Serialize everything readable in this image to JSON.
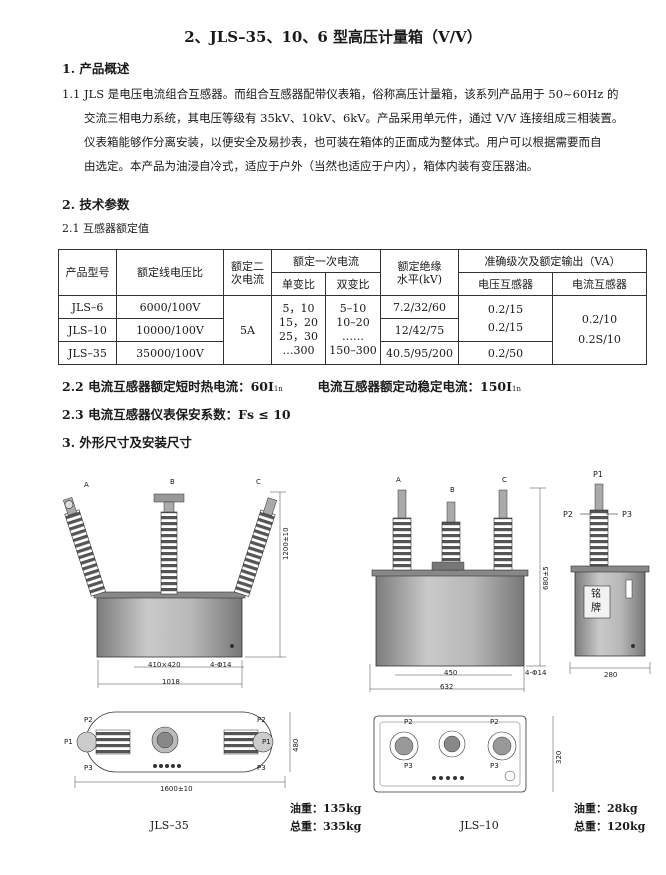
{
  "title": "2、JLS–35、10、6 型高压计量箱（V/V）",
  "sections": {
    "s1": {
      "heading": "1.   产品概述"
    },
    "s11": {
      "line1": "1.1 JLS 是电压电流组合互感器。而组合互感器配带仪表箱，俗称高压计量箱，该系列产品用于 50~60Hz 的",
      "line2": "交流三相电力系统，其电压等级有 35kV、10kV、6kV。产品采用单元件，通过 V/V 连接组成三相装置。",
      "line3": "仪表箱能够作分离安装，以便安全及易抄表，也可装在箱体的正面成为整体式。用户可以根据需要而自",
      "line4": "由选定。本产品为油浸自冷式，适应于户外（当然也适应于户内），箱体内装有变压器油。"
    },
    "s2": {
      "heading": "2.   技术参数"
    },
    "s21": {
      "heading": "2.1  互感器额定值"
    },
    "s22": {
      "text_a": "2.2 电流互感器额定短时热电流：60I",
      "sub_a": "1n",
      "text_b": "电流互感器额定动稳定电流：150I",
      "sub_b": "1n"
    },
    "s23": {
      "text": "2.3 电流互感器仪表保安系数：Fs ≤ 10"
    },
    "s3": {
      "heading": "3.   外形尺寸及安装尺寸"
    }
  },
  "table": {
    "h_model": "产品型号",
    "h_voltage_ratio": "额定线电压比",
    "h_secondary_1": "额定二",
    "h_secondary_2": "次电流",
    "h_primary": "额定一次电流",
    "h_single": "单变比",
    "h_double": "双变比",
    "h_insulation_1": "额定绝缘",
    "h_insulation_2": "水平(kV)",
    "h_accuracy": "准确级次及额定输出（VA）",
    "h_vt": "电压互感器",
    "h_ct": "电流互感器",
    "rows": [
      {
        "model": "JLS–6",
        "ratio": "6000/100V",
        "insulation": "7.2/32/60"
      },
      {
        "model": "JLS–10",
        "ratio": "10000/100V",
        "insulation": "12/42/75"
      },
      {
        "model": "JLS–35",
        "ratio": "35000/100V",
        "insulation": "40.5/95/200"
      }
    ],
    "secondary": "5A",
    "single_1": "5，10",
    "single_2": "15，20",
    "single_3": "25，30",
    "single_4": "…300",
    "double_1": "5–10",
    "double_2": "10–20",
    "double_3": "……",
    "double_4": "150–300",
    "vt_1": "0.2/15",
    "vt_2": "0.2/15",
    "vt_3": "0.2/50",
    "ct_1": "0.2/10",
    "ct_2": "0.2S/10"
  },
  "drawings": {
    "jls35_front": {
      "label_a": "A",
      "label_b": "B",
      "label_c": "C",
      "dim_height": "1200±10",
      "dim_inner": "410×420",
      "dim_hole": "4-Φ14",
      "dim_width": "1018"
    },
    "jls10_front": {
      "label_a": "A",
      "label_b": "B",
      "label_c": "C",
      "dim_height": "680±5",
      "dim_inner": "450",
      "dim_hole": "4-Φ14",
      "dim_width": "632"
    },
    "jls10_side": {
      "label_p1": "P1",
      "label_p2": "P2",
      "label_p3": "P3",
      "nameplate_1": "铭",
      "nameplate_2": "牌",
      "dim_width": "280"
    },
    "jls35_top": {
      "label_p1l": "P1",
      "label_p2l": "P2",
      "label_p3l": "P3",
      "label_p1r": "P1",
      "label_p2r": "P2",
      "label_p3r": "P3",
      "dim_depth": "480",
      "dim_length": "1600±10"
    },
    "jls10_top": {
      "label_p2l": "P2",
      "label_p3l": "P3",
      "label_p2r": "P2",
      "label_p3r": "P3",
      "dim_depth": "320"
    }
  },
  "weights": {
    "jls35": {
      "oil": "油重：135kg",
      "total": "总重：335kg",
      "model": "JLS–35"
    },
    "jls10": {
      "oil": "油重：28kg",
      "total": "总重：120kg",
      "model": "JLS–10"
    }
  }
}
